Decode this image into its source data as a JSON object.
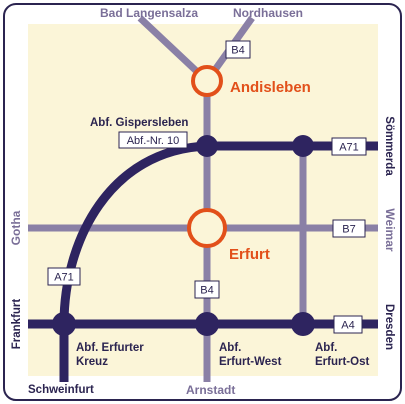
{
  "colors": {
    "background": "#fbf5d8",
    "frame": "#2b2450",
    "autobahn": "#2e2460",
    "bundesstrasse": "#8a80a6",
    "city_ring": "#e2501a",
    "direction_label": "#7a6f98",
    "junction_label": "#2b2450"
  },
  "directions": {
    "bad_langensalza": "Bad Langensalza",
    "nordhausen": "Nordhausen",
    "soemmerda": "Sömmerda",
    "weimar": "Weimar",
    "dresden": "Dresden",
    "gotha": "Gotha",
    "frankfurt": "Frankfurt",
    "schweinfurt": "Schweinfurt",
    "arnstadt": "Arnstadt"
  },
  "cities": {
    "andisleben": "Andisleben",
    "erfurt": "Erfurt"
  },
  "road_signs": {
    "b4_north": "B4",
    "b4_south": "B4",
    "b7": "B7",
    "a71_east": "A71",
    "a71_west": "A71",
    "a4": "A4",
    "exit_number": "Abf.-Nr. 10"
  },
  "junctions": {
    "gispersleben": "Abf. Gispersleben",
    "kreuz_line1": "Abf. Erfurter",
    "kreuz_line2": "Kreuz",
    "west_line1": "Abf.",
    "west_line2": "Erfurt-West",
    "ost_line1": "Abf.",
    "ost_line2": "Erfurt-Ost"
  },
  "legend_icons": {
    "city_marker": "ring-icon",
    "junction_marker": "dot-icon"
  }
}
